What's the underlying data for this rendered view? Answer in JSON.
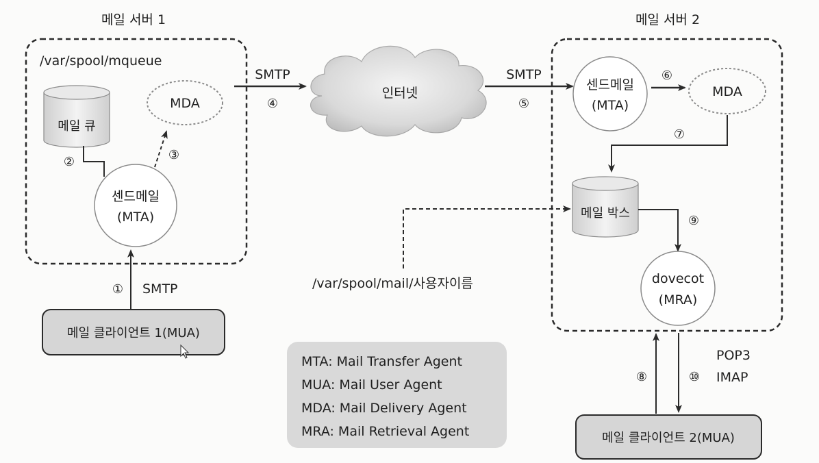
{
  "server1": {
    "title": "메일 서버 1",
    "path": "/var/spool/mqueue",
    "queue_label": "메일 큐",
    "mda_label": "MDA",
    "mta_name": "센드메일",
    "mta_role": "(MTA)"
  },
  "server2": {
    "title": "메일 서버 2",
    "mta_name": "센드메일",
    "mta_role": "(MTA)",
    "mda_label": "MDA",
    "mailbox_label": "메일 박스",
    "mra_name": "dovecot",
    "mra_role": "(MRA)"
  },
  "internet": {
    "label": "인터넷"
  },
  "client1": {
    "label": "메일 클라이언트 1(MUA)"
  },
  "client2": {
    "label": "메일 클라이언트 2(MUA)"
  },
  "mail_path": "/var/spool/mail/사용자이름",
  "protocols": {
    "smtp_1": "SMTP",
    "smtp_4": "SMTP",
    "smtp_5": "SMTP",
    "pop3": "POP3",
    "imap": "IMAP"
  },
  "steps": [
    "①",
    "②",
    "③",
    "④",
    "⑤",
    "⑥",
    "⑦",
    "⑧",
    "⑨",
    "⑩"
  ],
  "legend": [
    "MTA: Mail Transfer Agent",
    "MUA: Mail User Agent",
    "MDA: Mail Delivery Agent",
    "MRA: Mail Retrieval Agent"
  ],
  "colors": {
    "line": "#2a2a2a",
    "gray_box": "#d6d6d6",
    "cloud": "#cfcfcf",
    "cylinder": "#e2e2e2"
  }
}
